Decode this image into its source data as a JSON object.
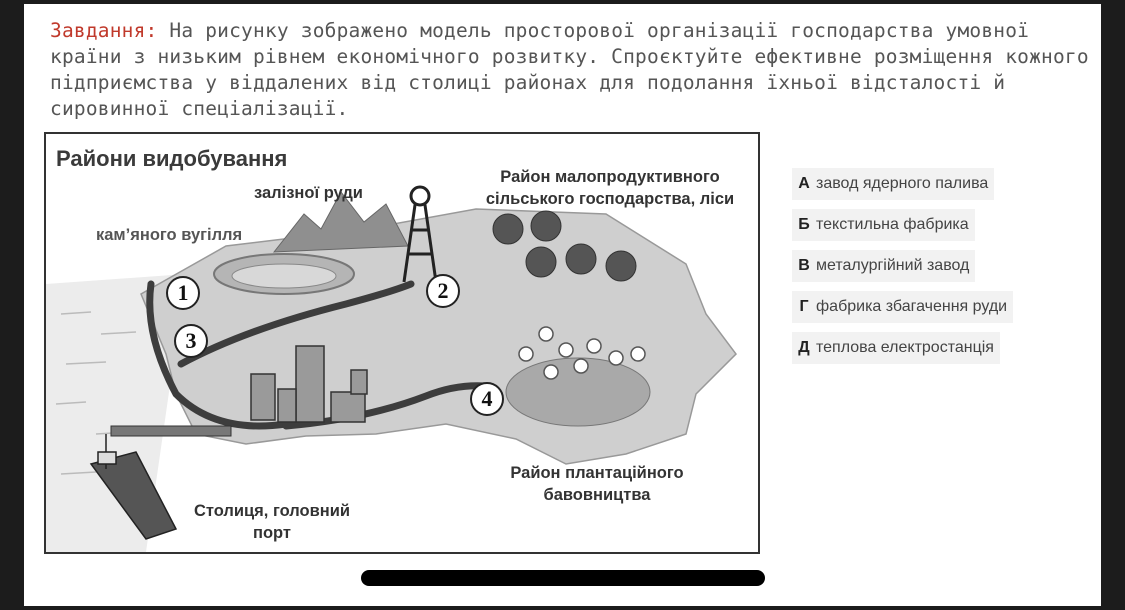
{
  "task": {
    "label": "Завдання:",
    "text": "На рисунку зображено модель просторової організації господарства умовної країни з низьким рівнем економічного розвитку. Спроєктуйте ефективне розміщення кожного підприємства у віддалених від столиці районах для подолання їхньої відсталості й сировинної спеціалізації."
  },
  "figure": {
    "title": "Райони видобування",
    "label_iron": "залізної руди",
    "label_coal": "кам’яного вугілля",
    "label_agri": "Район малопродуктивного сільського господарства, ліси",
    "label_cotton": "Район плантаційного бавовництва",
    "label_capital": "Столиця, головний порт",
    "markers": [
      "1",
      "2",
      "3",
      "4"
    ]
  },
  "options": [
    {
      "letter": "А",
      "text": "завод ядерного палива"
    },
    {
      "letter": "Б",
      "text": "текстильна фабрика"
    },
    {
      "letter": "В",
      "text": "металургійний завод"
    },
    {
      "letter": "Г",
      "text": "фабрика збагачення руди"
    },
    {
      "letter": "Д",
      "text": "теплова електростанція"
    }
  ],
  "colors": {
    "task_label": "#c0392b",
    "task_text": "#555555",
    "land": "#c8c8c8",
    "sea": "#e6e6e6",
    "road": "#3d3d3d"
  }
}
